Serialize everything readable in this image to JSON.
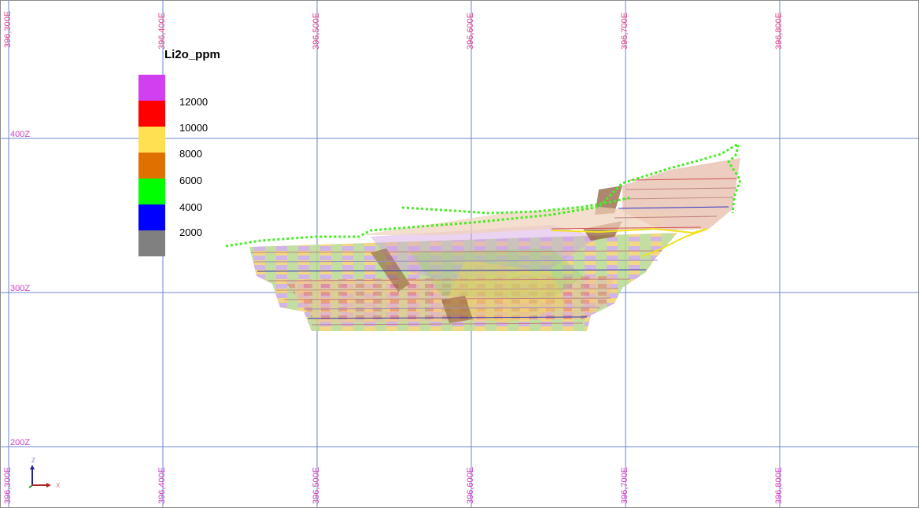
{
  "viewer": {
    "legend": {
      "title": "Li2o_ppm",
      "colors": [
        "#d040f0",
        "#ff0000",
        "#ffe050",
        "#e07000",
        "#00ff00",
        "#0000ff",
        "#808080"
      ],
      "labels": [
        "12000",
        "10000",
        "8000",
        "6000",
        "4000",
        "2000"
      ]
    },
    "grid": {
      "east_labels": [
        "396,300E",
        "396,400E",
        "396,500E",
        "396,600E",
        "396,700E",
        "396,800E"
      ],
      "elev_labels": [
        "400Z",
        "300Z",
        "200Z"
      ],
      "line_color": "#6f86d6",
      "label_color_east": "#e0448a",
      "label_color_elev": "#d040c0"
    },
    "axis_triad": {
      "z_label": "Z",
      "x_label": "X"
    }
  }
}
